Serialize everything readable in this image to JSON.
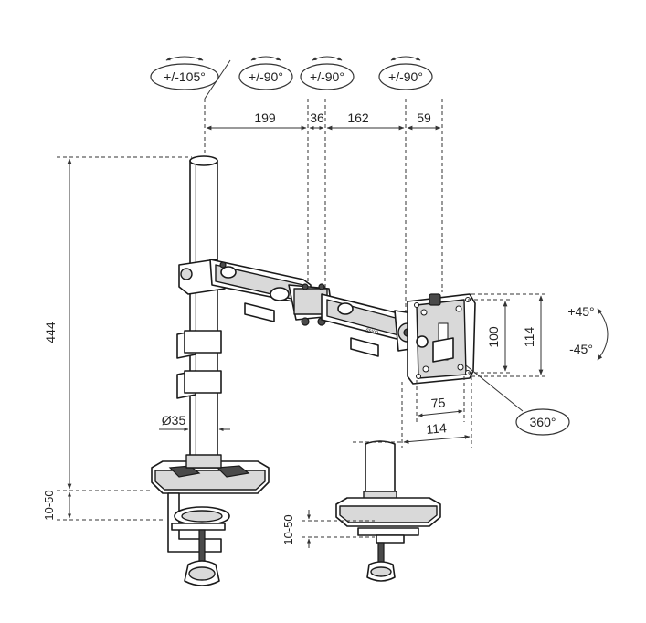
{
  "rotation_labels": {
    "pole": "+/-105°",
    "joint1": "+/-90°",
    "joint2": "+/-90°",
    "joint3": "+/-90°",
    "swivel": "360°",
    "tilt_up": "+45°",
    "tilt_down": "-45°"
  },
  "dimensions": {
    "arm_segment_1": "199",
    "arm_gap": "36",
    "arm_segment_2": "162",
    "head_offset": "59",
    "pole_height": "444",
    "pole_diameter": "Ø35",
    "vesa_height_small": "100",
    "vesa_height_large": "114",
    "vesa_width_small": "75",
    "vesa_width_large": "114",
    "clamp_range_left": "10-50",
    "clamp_range_right": "10-50"
  },
  "brand_text": "Vision"
}
